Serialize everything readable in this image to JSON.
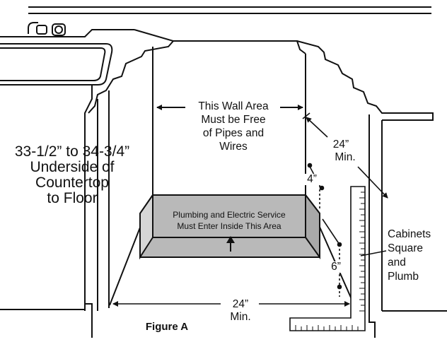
{
  "labels": {
    "height_range": "33-1/2” to 34-3/4”",
    "underside": "Underside of",
    "countertop": "Countertop",
    "to_floor": "to Floor",
    "wall_area_1": "This Wall Area",
    "wall_area_2": "Must be Free",
    "wall_area_3": "of Pipes and",
    "wall_area_4": "Wires",
    "plumbing_1": "Plumbing and Electric Service",
    "plumbing_2": "Must Enter Inside This Area",
    "depth_value": "24”",
    "depth_min": "Min.",
    "width_value": "24”",
    "width_min": "Min.",
    "four_inch": "4”",
    "six_inch": "6”",
    "cabinets_1": "Cabinets",
    "cabinets_2": "Square",
    "cabinets_3": "and",
    "cabinets_4": "Plumb",
    "figure": "Figure A"
  },
  "colors": {
    "line": "#111111",
    "service_area_fill": "#b9b9b9",
    "service_area_front": "#d6d6d6",
    "background": "#ffffff"
  }
}
